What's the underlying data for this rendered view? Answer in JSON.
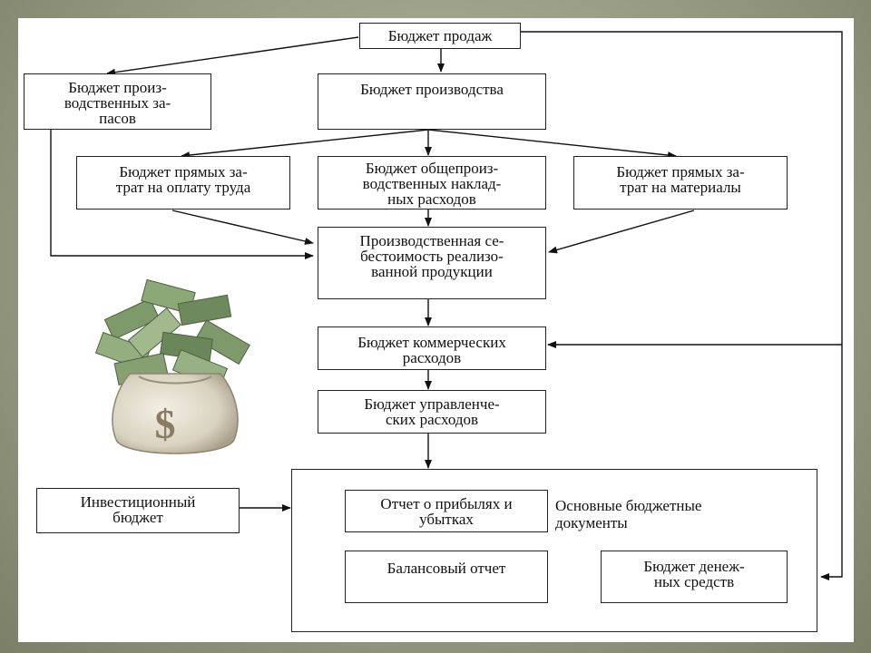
{
  "diagram": {
    "sales_budget": "Бюджет продаж",
    "production_stock_budget": "Бюджет произ-\nводственных за-\nпасов",
    "production_budget": "Бюджет производства",
    "direct_labor_budget": "Бюджет прямых за-\nтрат на оплату труда",
    "overhead_budget": "Бюджет общепроиз-\nводственных наклад-\nных расходов",
    "direct_materials_budget": "Бюджет прямых за-\nтрат на материалы",
    "cost_of_goods_sold": "Производственная се-\nбестоимость реализо-\nванной продукции",
    "selling_expenses_budget": "Бюджет коммерческих\nрасходов",
    "admin_expenses_budget": "Бюджет управленче-\nских расходов",
    "investment_budget": "Инвестиционный\nбюджет",
    "income_statement": "Отчет о прибылях и\nубытках",
    "main_documents_caption": "Основные бюджетные\n        документы",
    "balance_sheet": "Балансовый отчет",
    "cash_budget": "Бюджет  денеж-\nных средств"
  },
  "image": {
    "money_bag_icon": "money-bag",
    "bag_symbol": "$"
  }
}
